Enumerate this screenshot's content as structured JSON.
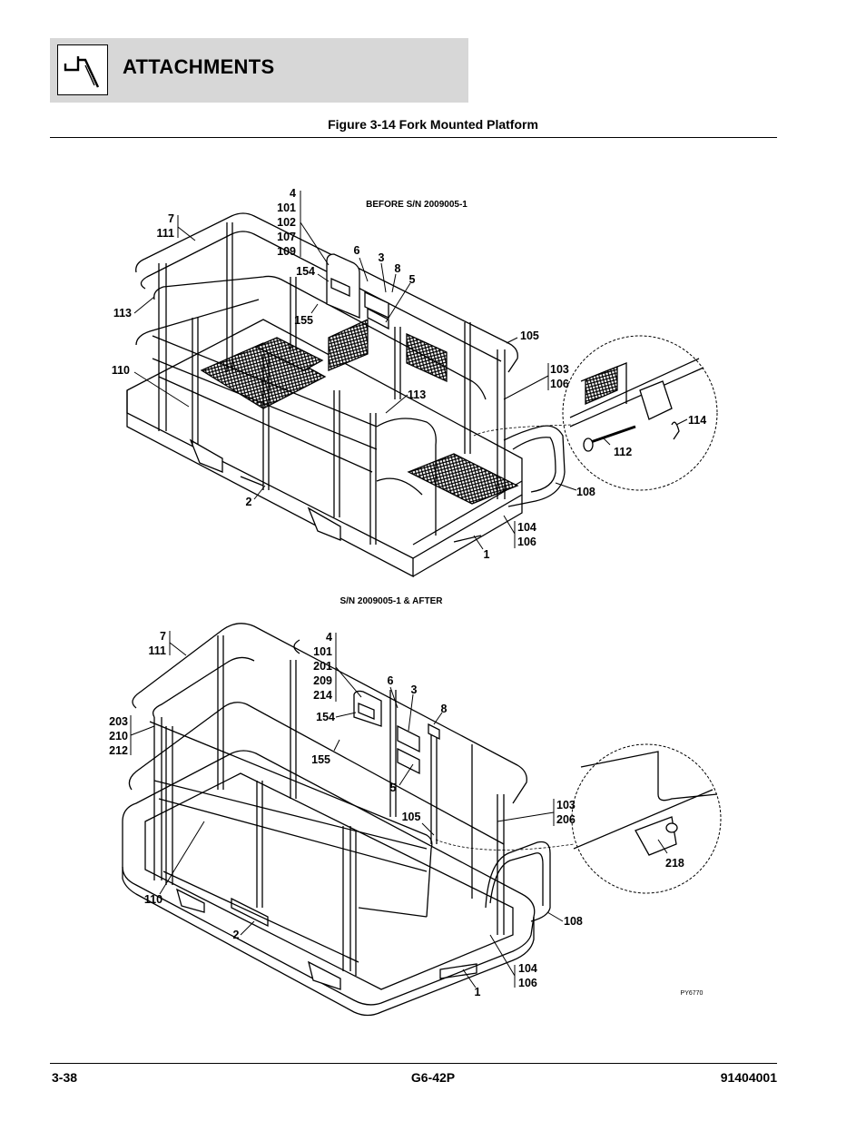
{
  "header": {
    "title": "ATTACHMENTS"
  },
  "figure": {
    "title": "Figure 3-14 Fork Mounted Platform",
    "top_caption": "BEFORE S/N 2009005-1",
    "bottom_caption": "S/N 2009005-1 & AFTER",
    "drawing_id": "PY6770",
    "top_callouts": {
      "c7": "7",
      "c111": "111",
      "c113a": "113",
      "c110": "110",
      "c4": "4",
      "c101": "101",
      "c102": "102",
      "c107": "107",
      "c109": "109",
      "c154": "154",
      "c155": "155",
      "c6": "6",
      "c3": "3",
      "c8": "8",
      "c5": "5",
      "c105": "105",
      "c103": "103",
      "c106a": "106",
      "c113b": "113",
      "c114": "114",
      "c112": "112",
      "c108": "108",
      "c2": "2",
      "c104": "104",
      "c106b": "106",
      "c1": "1"
    },
    "bottom_callouts": {
      "c7": "7",
      "c111": "111",
      "c4": "4",
      "c101": "101",
      "c201": "201",
      "c209": "209",
      "c214": "214",
      "c203": "203",
      "c210": "210",
      "c212": "212",
      "c154": "154",
      "c155": "155",
      "c6": "6",
      "c3": "3",
      "c8": "8",
      "c5": "5",
      "c105": "105",
      "c103": "103",
      "c206": "206",
      "c218": "218",
      "c110": "110",
      "c2": "2",
      "c108": "108",
      "c104": "104",
      "c106": "106",
      "c1": "1"
    }
  },
  "footer": {
    "page": "3-38",
    "model": "G6-42P",
    "part_number": "91404001"
  }
}
